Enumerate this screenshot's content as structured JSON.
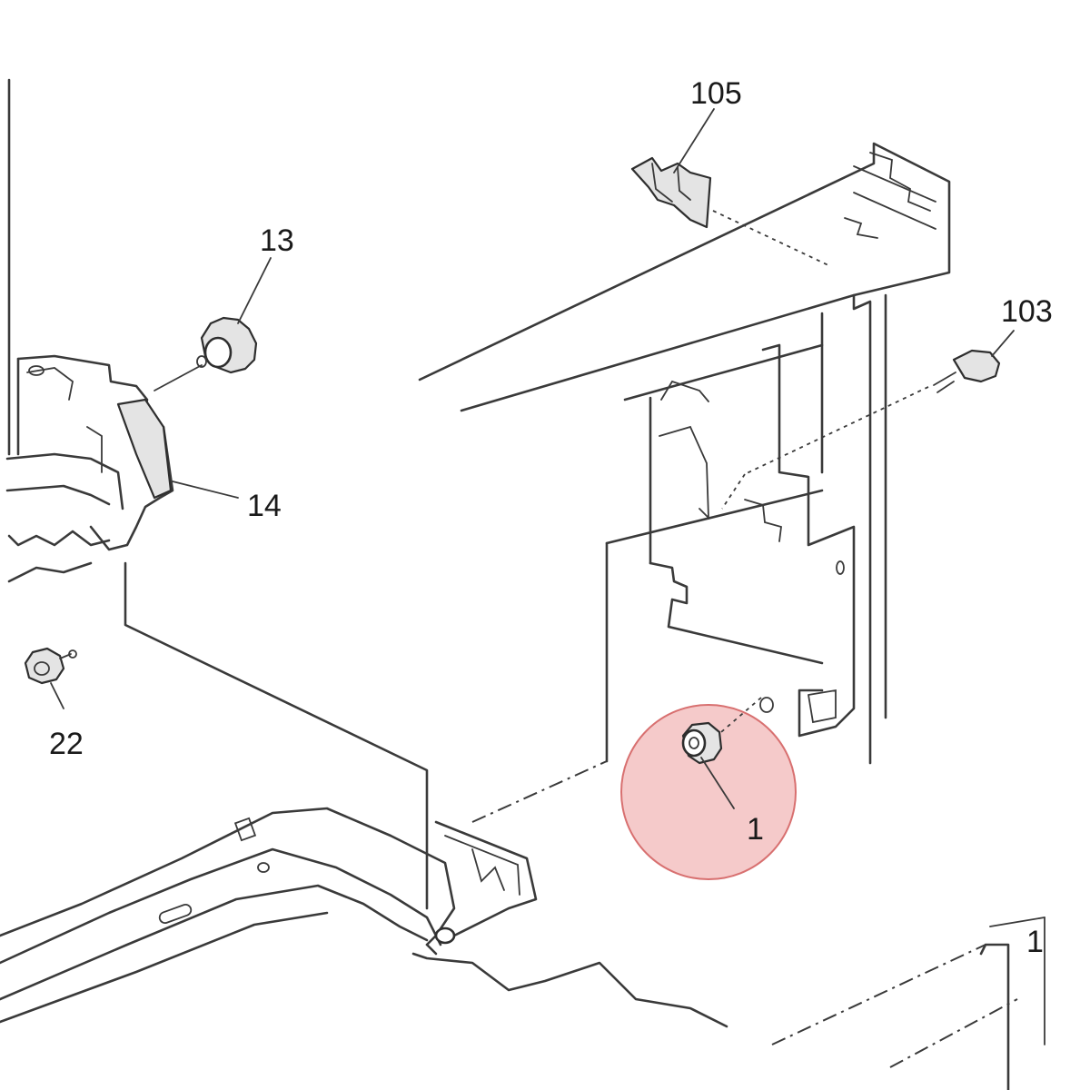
{
  "callouts": [
    {
      "id": "c105",
      "label": "105"
    },
    {
      "id": "c13",
      "label": "13"
    },
    {
      "id": "c103",
      "label": "103"
    },
    {
      "id": "c14",
      "label": "14"
    },
    {
      "id": "c22",
      "label": "22"
    },
    {
      "id": "c1",
      "label": "1"
    },
    {
      "id": "c1b",
      "label": "1"
    }
  ],
  "highlight": {
    "color": "#f2b8b8",
    "stroke": "#d87070"
  }
}
